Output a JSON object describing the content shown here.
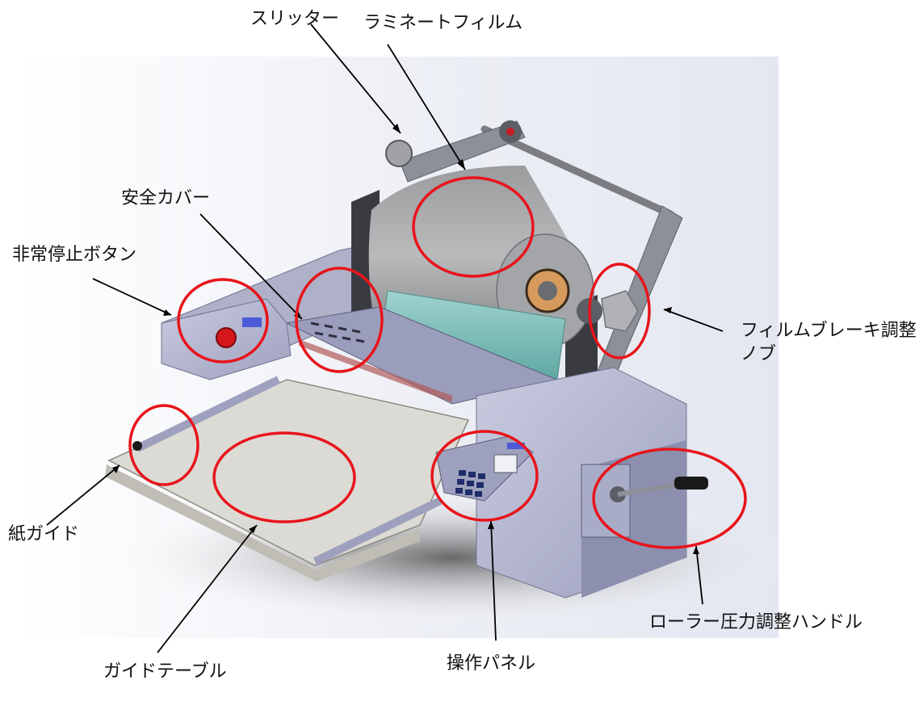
{
  "labels": {
    "slitter": "スリッター",
    "laminate_film": "ラミネートフィルム",
    "safety_cover": "安全カバー",
    "emergency_stop": "非常停止ボタン",
    "film_brake_knob": "フィルムブレーキ調整ノブ",
    "paper_guide": "紙ガイド",
    "guide_table": "ガイドテーブル",
    "operation_panel": "操作パネル",
    "roller_pressure_handle": "ローラー圧力調整ハンドル"
  },
  "colors": {
    "highlight": "#e8141b",
    "leader": "#000000"
  }
}
